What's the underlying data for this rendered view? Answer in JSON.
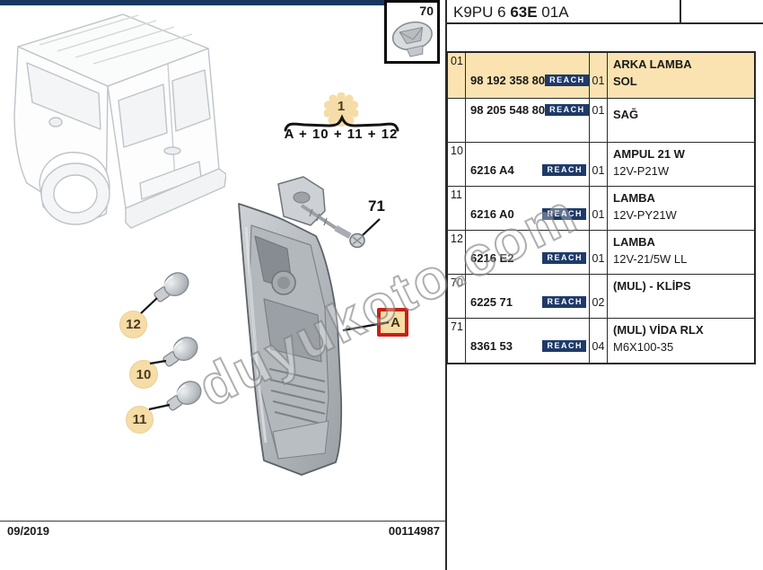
{
  "header": {
    "code_prefix": "K9PU 6 ",
    "code_bold": "63E",
    "code_suffix": " 01A"
  },
  "inset": {
    "label": "70",
    "icon": "clip-icon"
  },
  "callout_group": {
    "badge": "1",
    "formula": "A + 10 + 11 + 12"
  },
  "callouts": {
    "c12": "12",
    "c10": "10",
    "c11": "11",
    "screw": "71",
    "lamp": "A"
  },
  "watermark": "duyukoto.com",
  "footer": {
    "date": "09/2019",
    "doc_number": "00114987"
  },
  "table": {
    "badge_label": "REACH",
    "rows": [
      {
        "ref": "01",
        "part": "98 192 358 80",
        "qty": "01",
        "desc1": "ARKA LAMBA",
        "desc2": "SOL",
        "highlight": true
      },
      {
        "ref": "",
        "part": "98 205 548 80",
        "qty": "01",
        "desc1": "SAĞ",
        "desc2": "",
        "highlight": false
      },
      {
        "ref": "10",
        "part": "6216 A4",
        "qty": "01",
        "desc1": "AMPUL 21 W",
        "desc2": "12V-P21W",
        "highlight": false
      },
      {
        "ref": "11",
        "part": "6216 A0",
        "qty": "01",
        "desc1": "LAMBA",
        "desc2": "12V-PY21W",
        "highlight": false
      },
      {
        "ref": "12",
        "part": "6216 E2",
        "qty": "01",
        "desc1": "LAMBA",
        "desc2": "12V-21/5W LL",
        "highlight": false
      },
      {
        "ref": "70",
        "part": "6225 71",
        "qty": "02",
        "desc1": "(MUL) - KLİPS",
        "desc2": "",
        "highlight": false
      },
      {
        "ref": "71",
        "part": "8361 53",
        "qty": "04",
        "desc1": "(MUL) VİDA RLX",
        "desc2": "M6X100-35",
        "highlight": false
      }
    ]
  },
  "colors": {
    "highlight_row": "#fbe3b1",
    "reach_badge_bg": "#1e3a68",
    "accent_red": "#cb1f15",
    "callout_fill": "#f6dca6",
    "topbar_navy": "#17375e"
  }
}
